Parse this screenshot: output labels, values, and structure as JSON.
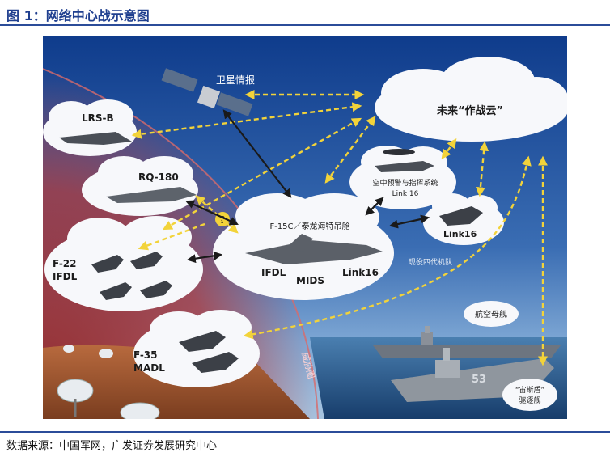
{
  "figure": {
    "title": "图 1：网络中心战示意图",
    "source": "数据来源：中国军网，广发证券发展研究中心"
  },
  "diagram": {
    "satellite_label": "卫星情报",
    "future_cloud_label": "未来“作战云”",
    "lrsb_label": "LRS-B",
    "rq180_label": "RQ-180",
    "question_mark": "?",
    "f22_label_line1": "F-22",
    "f22_label_line2": "IFDL",
    "f15_label": "F-15C／泰龙海特吊舱",
    "f15_link_ifdl": "IFDL",
    "f15_link_mids": "MIDS",
    "f15_link_link16": "Link16",
    "awacs_label_line1": "空中预警与指挥系统",
    "awacs_label_line2": "Link 16",
    "gen4_link_label": "Link16",
    "gen4_group_label": "现役四代机队",
    "f35_label_line1": "F-35",
    "f35_label_line2": "MADL",
    "threat_zone_label": "威胁圈",
    "carrier_label": "航空母舰",
    "destroyer_label_line1": "“宙斯盾”",
    "destroyer_label_line2": "驱逐舰",
    "ship_number": "53",
    "colors": {
      "sky_top": "#0e3b8a",
      "threat": "#b02e2e",
      "dashed_link": "#f2d33a",
      "solid_link": "#1a1a1a",
      "cloud": "#f7f8fb",
      "title_blue": "#1f3f8f"
    }
  }
}
